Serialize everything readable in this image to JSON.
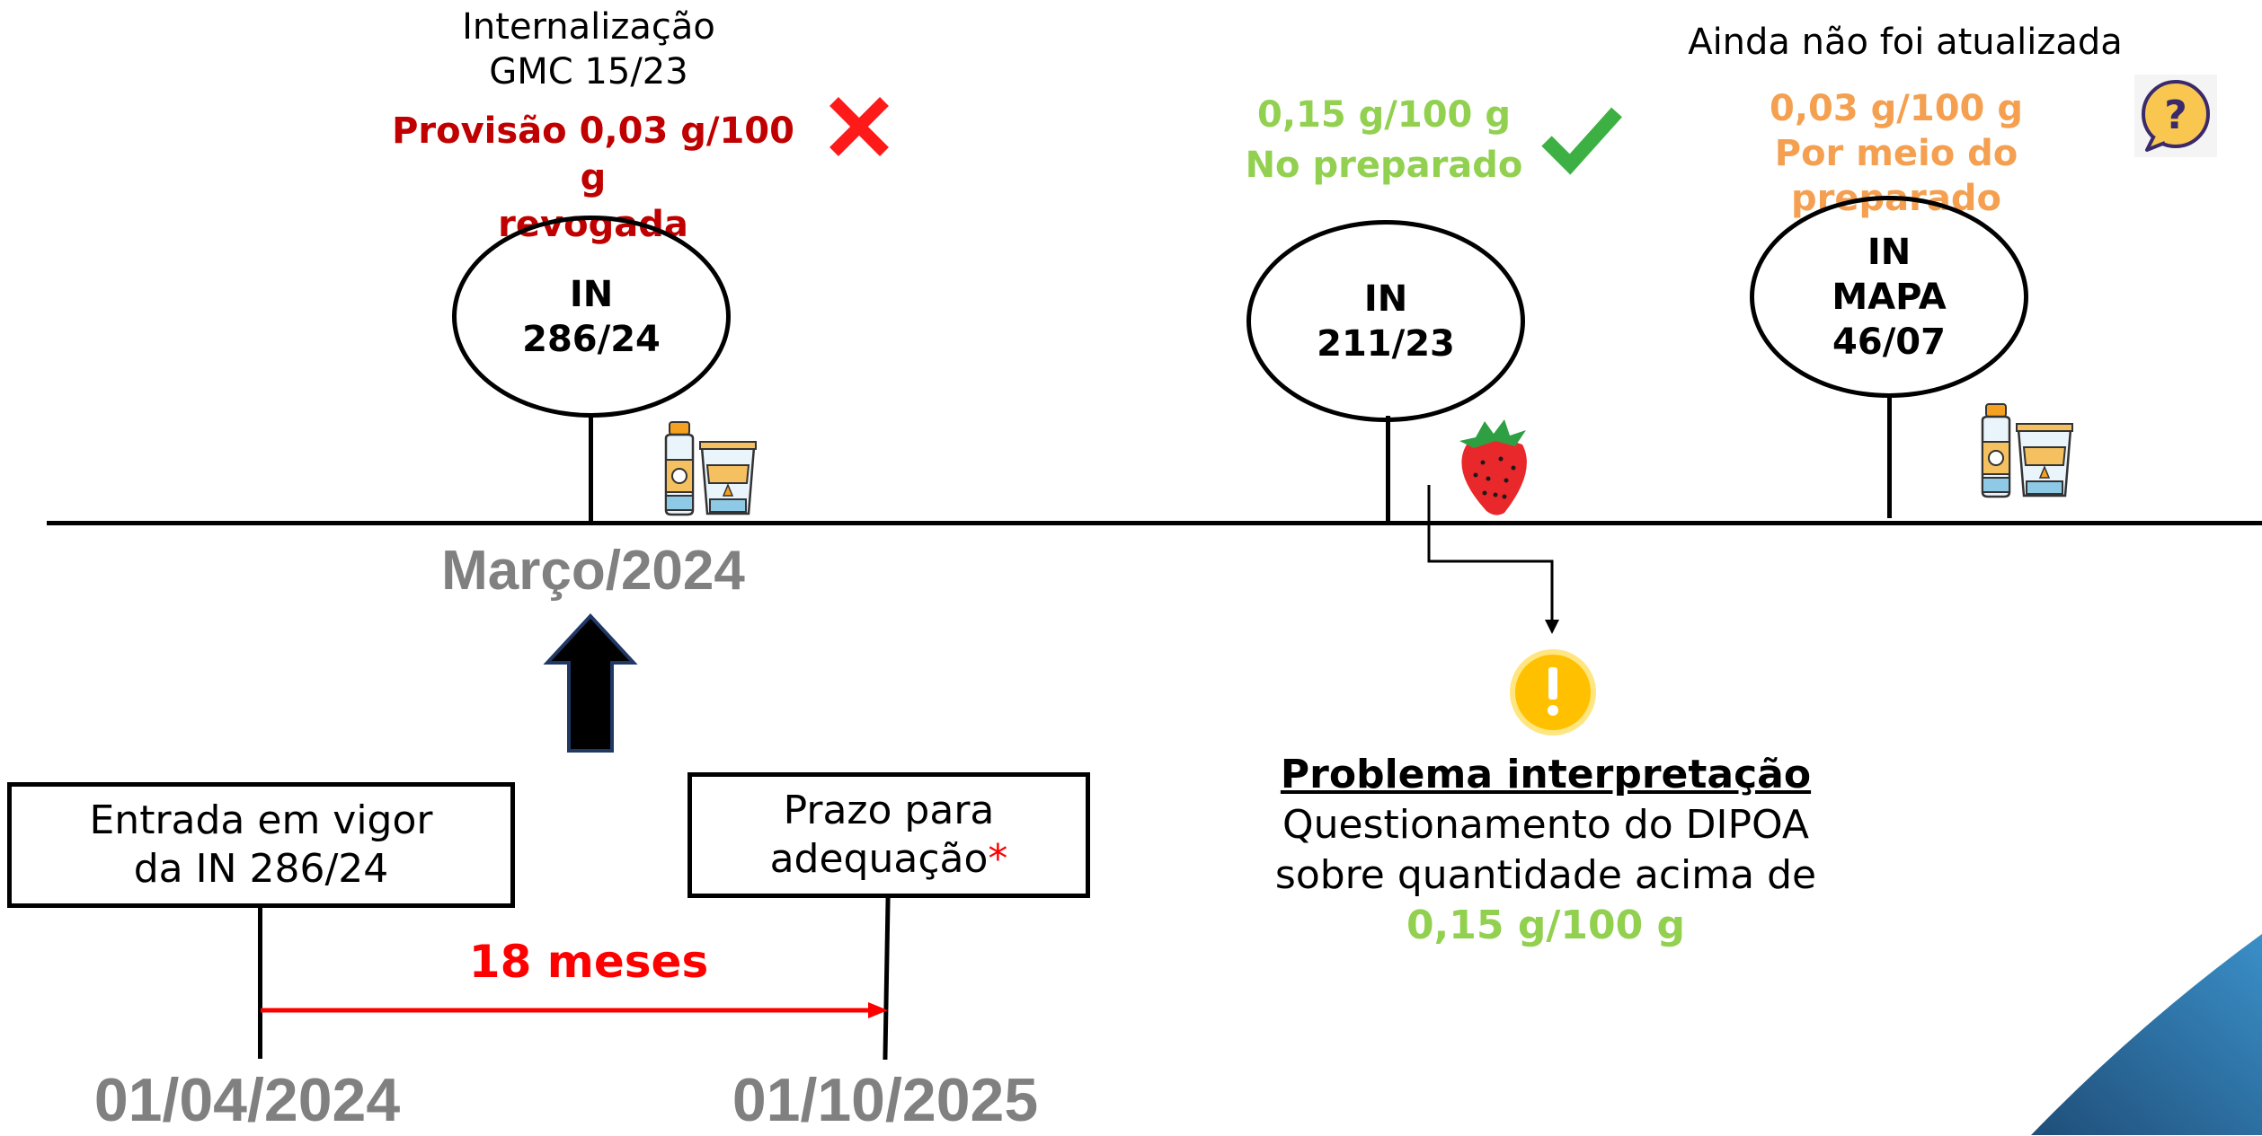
{
  "colors": {
    "red": "#c00000",
    "bright_red": "#ff0000",
    "green": "#92d050",
    "orange": "#f4a460",
    "gray": "#808080",
    "blue": "#2e75b6",
    "yellow": "#ffc000"
  },
  "top_left": {
    "line1": "Internalização",
    "line2": "GMC 15/23",
    "provision_line1": "Provisão 0,03 g/100 g",
    "provision_line2": "revogada",
    "status_icon": "cross-icon"
  },
  "ovals": [
    {
      "line1": "IN",
      "line2": "286/24"
    },
    {
      "line1": "IN",
      "line2": "211/23"
    },
    {
      "line1": "IN",
      "line2": "MAPA",
      "line3": "46/07"
    }
  ],
  "mid_top": {
    "line1": "0,15 g/100 g",
    "line2": "No preparado",
    "status_icon": "check-icon"
  },
  "right_top": {
    "note": "Ainda não foi atualizada",
    "line1": "0,03 g/100 g",
    "line2": "Por meio do preparado",
    "status_icon": "question-bubble-icon"
  },
  "timeline": {
    "date_label": "Março/2024"
  },
  "problem": {
    "title": "Problema interpretação",
    "line1": "Questionamento do DIPOA",
    "line2": "sobre quantidade acima de",
    "line3": "0,15 g/100 g",
    "icon": "warning-icon"
  },
  "bottom": {
    "box1_line1": "Entrada em vigor",
    "box1_line2": "da IN 286/24",
    "box2_line1": "Prazo para",
    "box2_line2": "adequação",
    "box2_asterisk": "*",
    "duration": "18 meses",
    "date1": "01/04/2024",
    "date2": "01/10/2025"
  }
}
